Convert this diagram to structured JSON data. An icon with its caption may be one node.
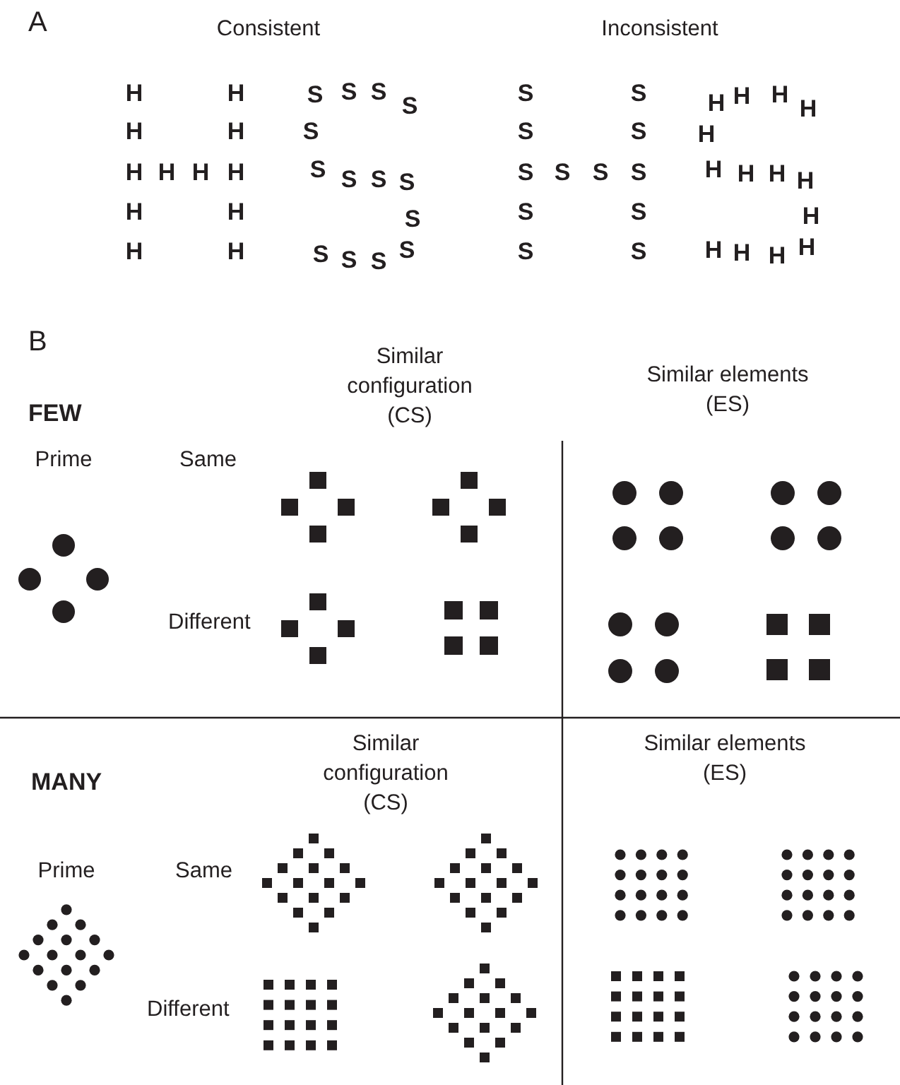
{
  "diagram": {
    "labels": [
      "A",
      "Consistent",
      "Inconsistent",
      "H H",
      "S S S S",
      "S S",
      "H H H H",
      "H H",
      "S",
      "S S",
      "H",
      "H H H H",
      "S S S S",
      "S S S S",
      "H H H H",
      "H H",
      "S",
      "S S",
      "H",
      "H H",
      "S S S S",
      "S S",
      "H H H H",
      "B",
      "FEW",
      "Similar configuration (CS)",
      "Similar elements (ES)",
      "Prime",
      "Same",
      "Different",
      "MANY",
      "Similar configuration (CS)",
      "Similar elements (ES)",
      "Prime",
      "Same",
      "Different"
    ]
  }
}
